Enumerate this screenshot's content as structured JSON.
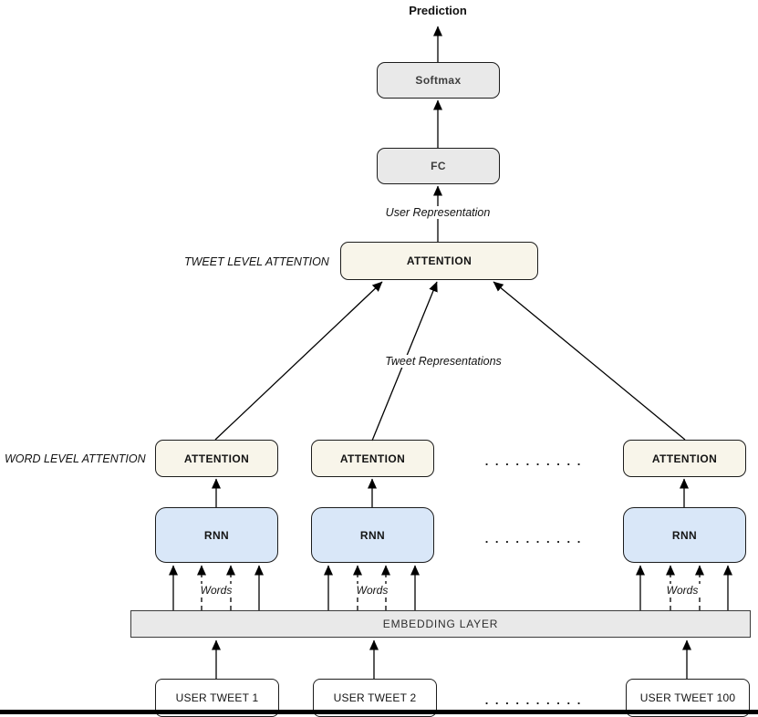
{
  "diagram": {
    "prediction_label": "Prediction",
    "softmax_label": "Softmax",
    "fc_label": "FC",
    "user_representation_label": "User Representation",
    "tweet_level_attention_label": "TWEET LEVEL ATTENTION",
    "tweet_attention_label": "ATTENTION",
    "tweet_representations_label": "Tweet Representations",
    "word_level_attention_label": "WORD LEVEL ATTENTION",
    "embedding_layer_label": "EMBEDDING LAYER",
    "ellipsis": ". . . . . . . . . .",
    "columns": [
      {
        "attention": "ATTENTION",
        "rnn": "RNN",
        "words": "Words",
        "tweet": "USER TWEET 1"
      },
      {
        "attention": "ATTENTION",
        "rnn": "RNN",
        "words": "Words",
        "tweet": "USER TWEET 2"
      },
      {
        "attention": "ATTENTION",
        "rnn": "RNN",
        "words": "Words",
        "tweet": "USER TWEET 100"
      }
    ],
    "colors": {
      "box_gray": "#e9e9e9",
      "box_cream": "#f8f5ea",
      "box_blue": "#d9e7f8",
      "box_white": "#ffffff",
      "border": "#1c1c1c",
      "arrow": "#000000"
    }
  }
}
